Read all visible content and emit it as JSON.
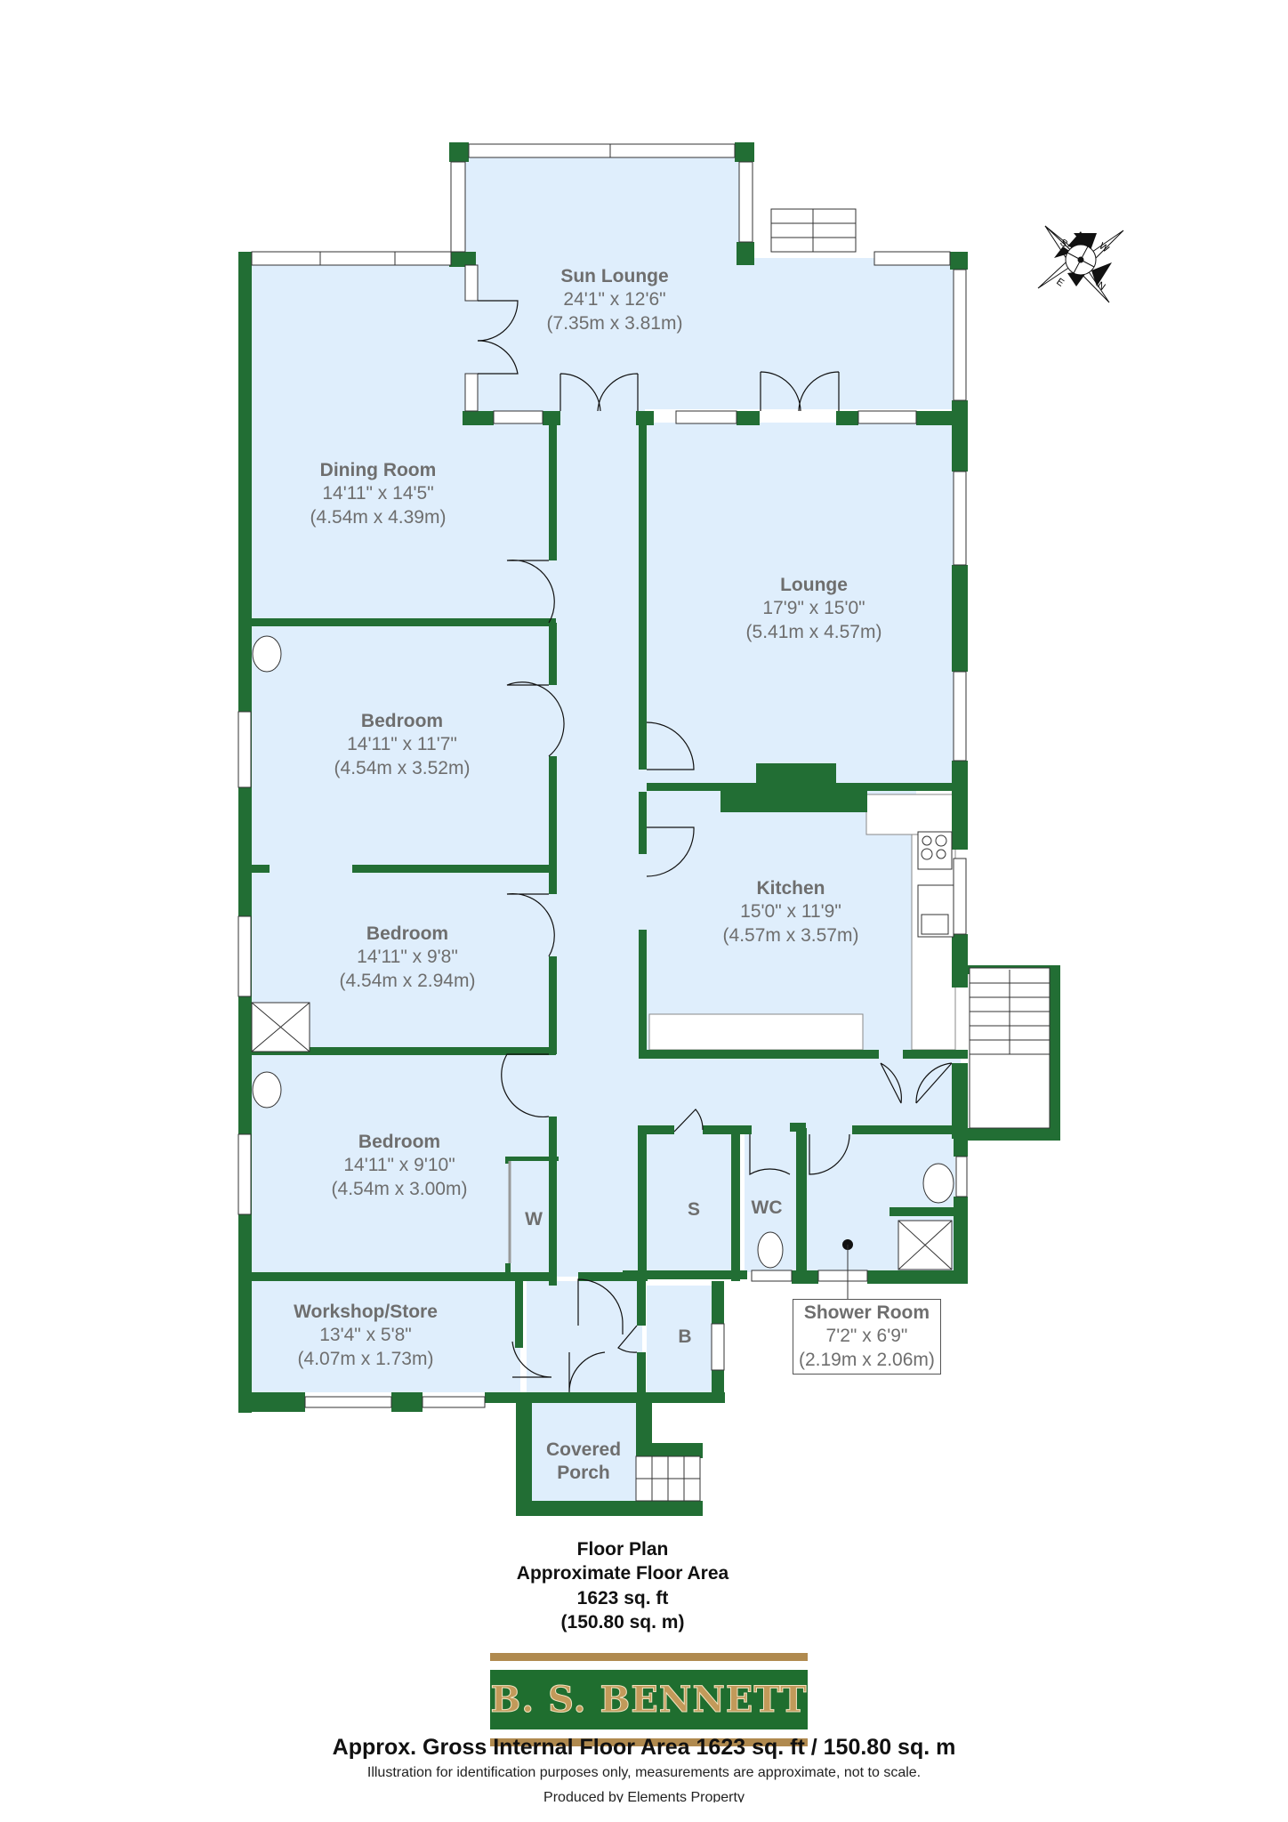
{
  "rooms": {
    "sun_lounge": {
      "name": "Sun Lounge",
      "imperial": "24'1\" x 12'6\"",
      "metric": "(7.35m x 3.81m)"
    },
    "dining_room": {
      "name": "Dining Room",
      "imperial": "14'11\" x 14'5\"",
      "metric": "(4.54m x 4.39m)"
    },
    "lounge": {
      "name": "Lounge",
      "imperial": "17'9\" x 15'0\"",
      "metric": "(5.41m x 4.57m)"
    },
    "bedroom_1": {
      "name": "Bedroom",
      "imperial": "14'11\" x 11'7\"",
      "metric": "(4.54m x 3.52m)"
    },
    "kitchen": {
      "name": "Kitchen",
      "imperial": "15'0\" x 11'9\"",
      "metric": "(4.57m x 3.57m)"
    },
    "bedroom_2": {
      "name": "Bedroom",
      "imperial": "14'11\" x 9'8\"",
      "metric": "(4.54m x 2.94m)"
    },
    "bedroom_3": {
      "name": "Bedroom",
      "imperial": "14'11\" x 9'10\"",
      "metric": "(4.54m x 3.00m)"
    },
    "wardrobe": {
      "name": "W"
    },
    "store": {
      "name": "S"
    },
    "wc": {
      "name": "WC"
    },
    "shower_room": {
      "name": "Shower Room",
      "imperial": "7'2\" x 6'9\"",
      "metric": "(2.19m x 2.06m)"
    },
    "workshop": {
      "name": "Workshop/Store",
      "imperial": "13'4\" x 5'8\"",
      "metric": "(4.07m x 1.73m)"
    },
    "boiler": {
      "name": "B"
    },
    "porch": {
      "name": "Covered",
      "name2": "Porch"
    }
  },
  "compass": {
    "labels": [
      "S",
      "W",
      "N",
      "E"
    ]
  },
  "summary": {
    "line1": "Floor Plan",
    "line2": "Approximate Floor Area",
    "line3": "1623 sq. ft",
    "line4": "(150.80 sq. m)"
  },
  "logo": {
    "text": "B. S. BENNETT"
  },
  "footer": {
    "gross_area": "Approx. Gross Internal Floor Area 1623 sq. ft / 150.80 sq. m",
    "disclaimer": "Illustration for identification purposes only, measurements are approximate, not to scale.",
    "produced_by": "Produced by Elements Property"
  },
  "colors": {
    "wall": "#226e34",
    "floor": "#dfeefc",
    "label": "#6e6e6e",
    "logo_green": "#1f6e2f",
    "logo_gold": "#b08a4f"
  }
}
